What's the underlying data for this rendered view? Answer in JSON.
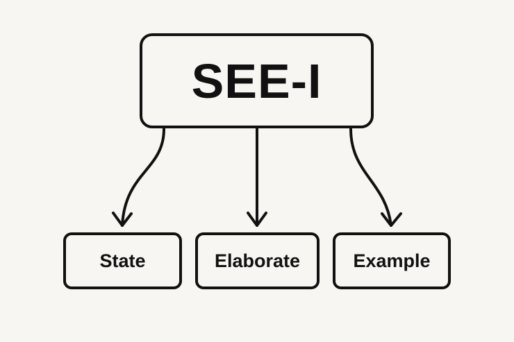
{
  "colors": {
    "background": "#f7f6f2",
    "stroke": "#111111",
    "text": "#111111"
  },
  "diagram": {
    "root": {
      "label": "SEE-I"
    },
    "children": [
      {
        "label": "State"
      },
      {
        "label": "Elaborate"
      },
      {
        "label": "Example"
      }
    ]
  }
}
